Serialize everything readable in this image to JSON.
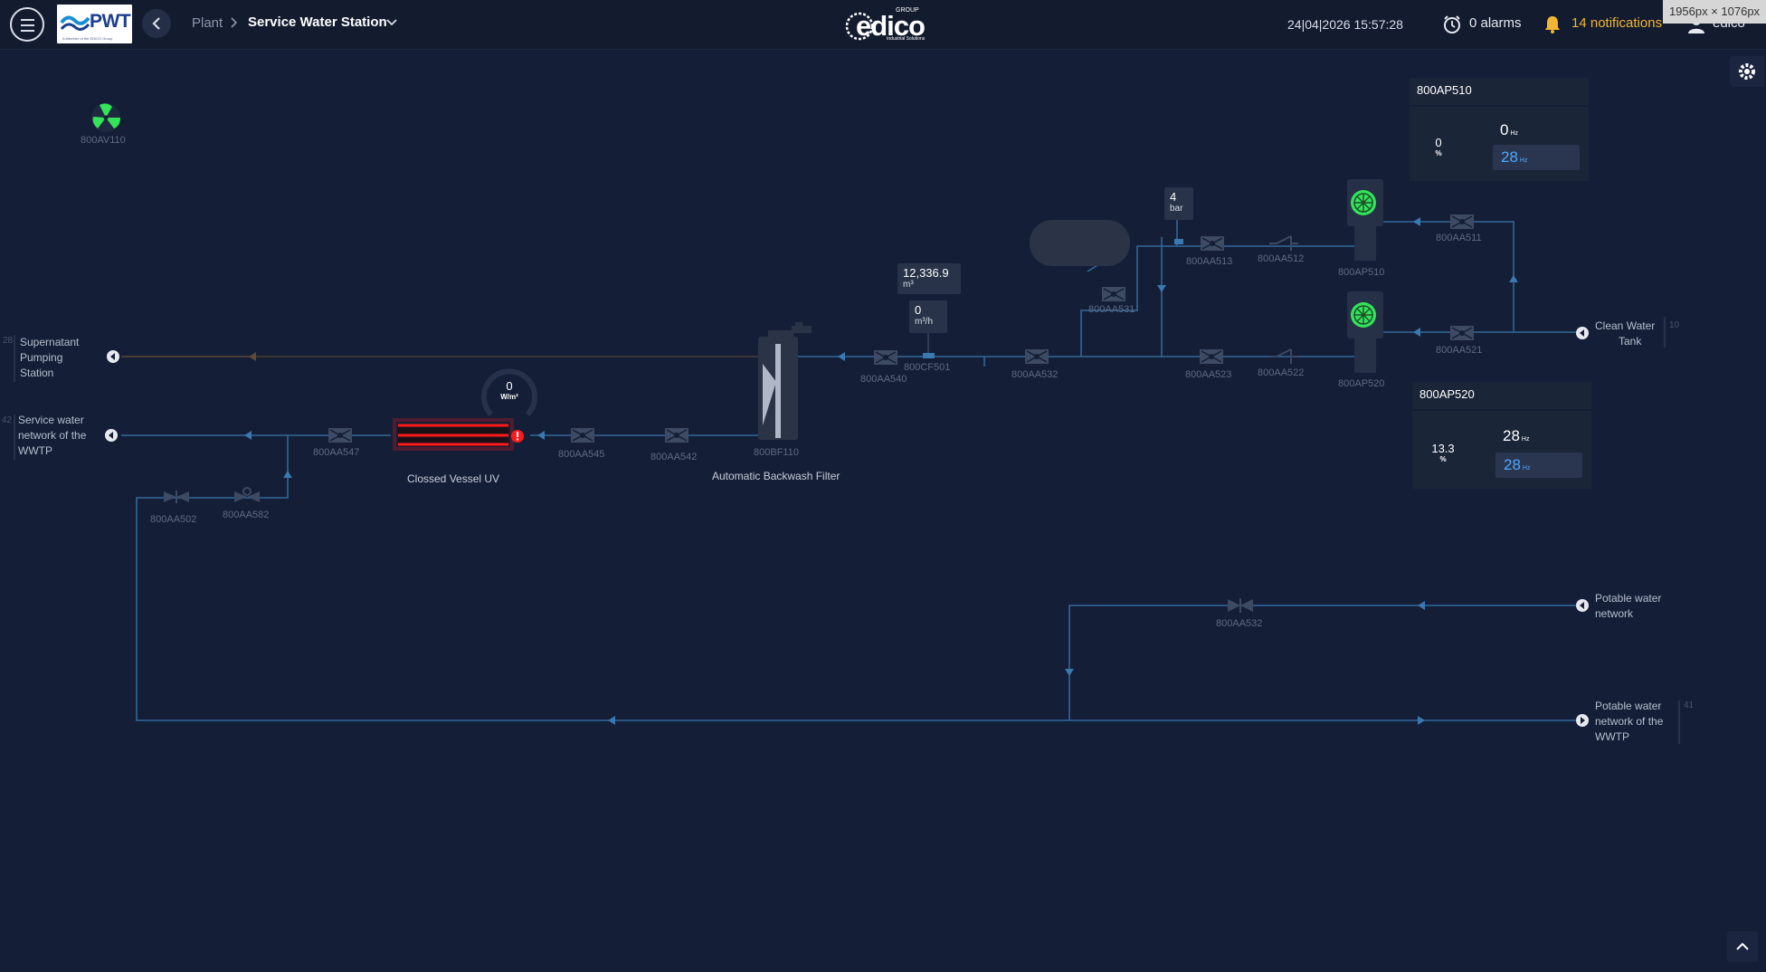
{
  "header": {
    "logo_text": "PWT",
    "logo_sub": "A Member of the EDICO Group",
    "breadcrumb_parent": "Plant",
    "breadcrumb_current": "Service Water Station",
    "brand_text": "edico",
    "brand_group": "GROUP",
    "brand_sub": "Industrial Solutions",
    "datetime": "24|04|2026 15:57:28",
    "alarms": "0 alarms",
    "notifications": "14 notifications",
    "user": "edico",
    "dimensions_badge": "1956px × 1076px"
  },
  "colors": {
    "background": "#141e36",
    "pipe": "#2e5f8e",
    "pipe_arrow": "#3a78b0",
    "accent_notify": "#f2b632",
    "uv_red": "#ff1a1a",
    "pump_green": "#34e35a",
    "gauge_blue": "#4ea8ff"
  },
  "pumps": {
    "p510": {
      "title": "800AP510",
      "gauge_value": "0",
      "gauge_unit": "%",
      "gauge_fraction": 0.0,
      "hz_actual": "0",
      "hz_set": "28",
      "hz_unit": "Hz"
    },
    "p520": {
      "title": "800AP520",
      "gauge_value": "13.3",
      "gauge_unit": "%",
      "gauge_fraction": 0.133,
      "hz_actual": "28",
      "hz_set": "28",
      "hz_unit": "Hz"
    }
  },
  "uv": {
    "irradiance_value": "0",
    "irradiance_unit": "W/m²",
    "label": "Clossed Vessel UV"
  },
  "filter": {
    "label": "Automatic Backwash Filter",
    "tag": "800BF110"
  },
  "meter": {
    "volume_value": "12,336.9",
    "volume_unit": "m³",
    "flow_value": "0",
    "flow_unit": "m³/h",
    "tag": "800CF501"
  },
  "pressure": {
    "value": "4",
    "unit": "bar"
  },
  "fan": {
    "tag": "800AV110"
  },
  "valve_tags": {
    "aa547": "800AA547",
    "aa545": "800AA545",
    "aa542": "800AA542",
    "aa540": "800AA540",
    "aa532": "800AA532",
    "aa531": "800AA531",
    "aa513": "800AA513",
    "aa512": "800AA512",
    "aa511": "800AA511",
    "aa523": "800AA523",
    "aa522": "800AA522",
    "aa521": "800AA521",
    "aa502": "800AA502",
    "aa582": "800AA582",
    "aa532b": "800AA532",
    "ap510": "800AP510",
    "ap520": "800AP520"
  },
  "endpoints": {
    "supernatant": {
      "num": "28",
      "l1": "Supernatant",
      "l2": "Pumping",
      "l3": "Station"
    },
    "service": {
      "num": "42",
      "l1": "Service water",
      "l2": "network of the",
      "l3": "WWTP"
    },
    "clean": {
      "num": "10",
      "l1": "Clean Water",
      "l2": "Tank"
    },
    "potable": {
      "l1": "Potable water",
      "l2": "network"
    },
    "potable_wwtp": {
      "num": "41",
      "l1": "Potable water",
      "l2": "network of the",
      "l3": "WWTP"
    }
  }
}
